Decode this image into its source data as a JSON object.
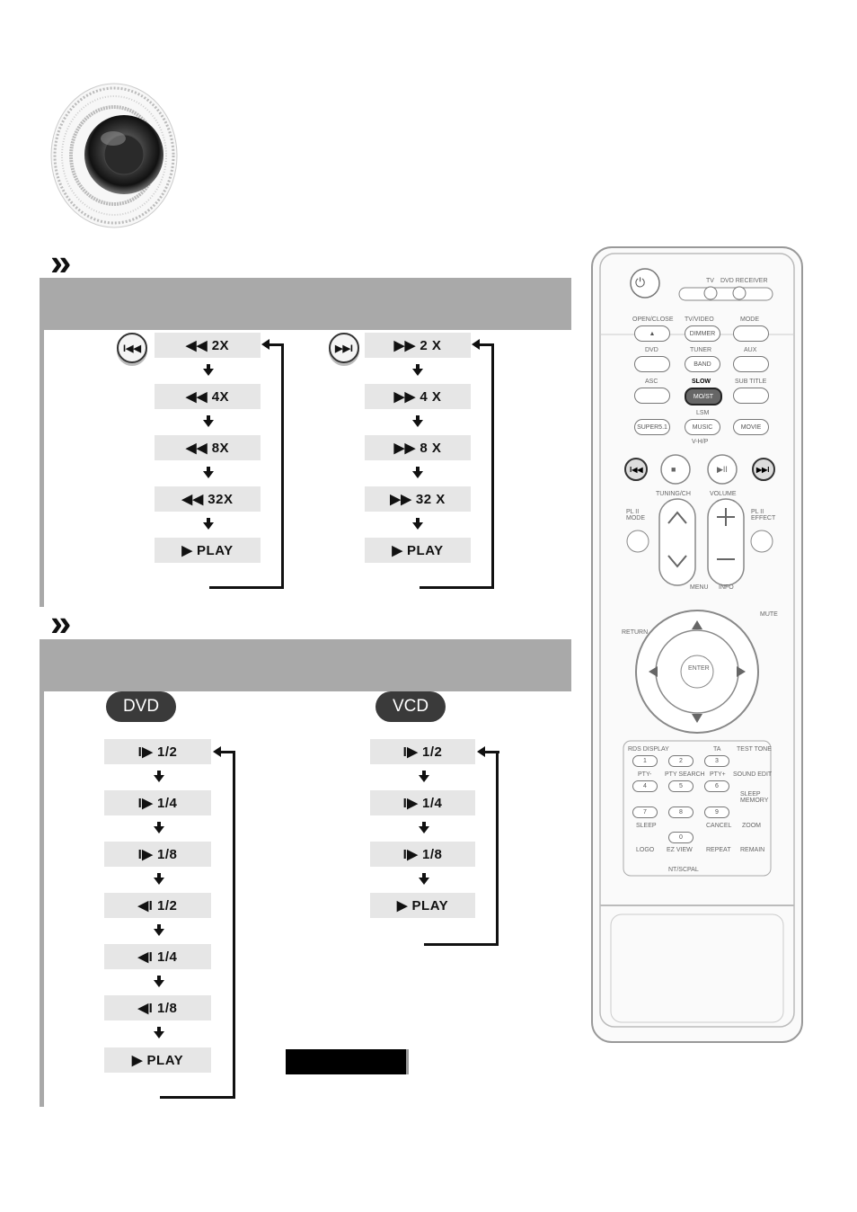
{
  "decor": {
    "chevron_glyph": "»"
  },
  "fast": {
    "rew_steps": [
      "◀◀  2X",
      "◀◀  4X",
      "◀◀  8X",
      "◀◀  32X",
      "▶  PLAY"
    ],
    "ff_steps": [
      "▶▶  2 X",
      "▶▶  4 X",
      "▶▶  8 X",
      "▶▶  32 X",
      "▶  PLAY"
    ],
    "rew_button_icon": "skip-back-icon",
    "ff_button_icon": "skip-forward-icon"
  },
  "slow": {
    "dvd_label": "DVD",
    "vcd_label": "VCD",
    "dvd_steps": [
      "I▶  1/2",
      "I▶  1/4",
      "I▶  1/8",
      "◀I  1/2",
      "◀I  1/4",
      "◀I  1/8",
      "▶  PLAY"
    ],
    "vcd_steps": [
      "I▶  1/2",
      "I▶  1/4",
      "I▶  1/8",
      "▶  PLAY"
    ]
  },
  "remote": {
    "top_labels": [
      "TV",
      "DVD RECEIVER"
    ],
    "row1": [
      "OPEN/CLOSE",
      "TV/VIDEO",
      "MODE"
    ],
    "row1_btn": [
      "▲",
      "DIMMER",
      ""
    ],
    "row2": [
      "DVD",
      "TUNER",
      "AUX"
    ],
    "row2_btn": [
      "",
      "BAND",
      ""
    ],
    "row3": [
      "ASC",
      "SLOW",
      "SUB TITLE"
    ],
    "row3_btn": [
      "",
      "MO/ST",
      ""
    ],
    "lsm": "LSM",
    "row4_btn": [
      "SUPER5.1",
      "MUSIC",
      "MOVIE"
    ],
    "vhp": "V-H/P",
    "transport": [
      "I◀◀",
      "■",
      "▶II",
      "▶▶I"
    ],
    "tuning_label": "TUNING/CH",
    "volume_label": "VOLUME",
    "pl_mode": "PL II MODE",
    "pl_effect": "PL II EFFECT",
    "menu": "MENU",
    "info": "INFO",
    "return": "RETURN",
    "mute": "MUTE",
    "enter": "ENTER",
    "keypad_labels": [
      "RDS DISPLAY",
      "TA",
      "TEST TONE",
      "PTY-",
      "PTY SEARCH",
      "PTY+",
      "SOUND EDIT",
      "SLEEP",
      "CANCEL",
      "ZOOM",
      "LOGO",
      "EZ VIEW",
      "REPEAT",
      "REMAIN",
      "SLEEP MEMORY",
      "NT/SCPAL"
    ],
    "keypad_digits": [
      "1",
      "2",
      "3",
      "4",
      "5",
      "6",
      "7",
      "8",
      "9",
      "0"
    ]
  }
}
